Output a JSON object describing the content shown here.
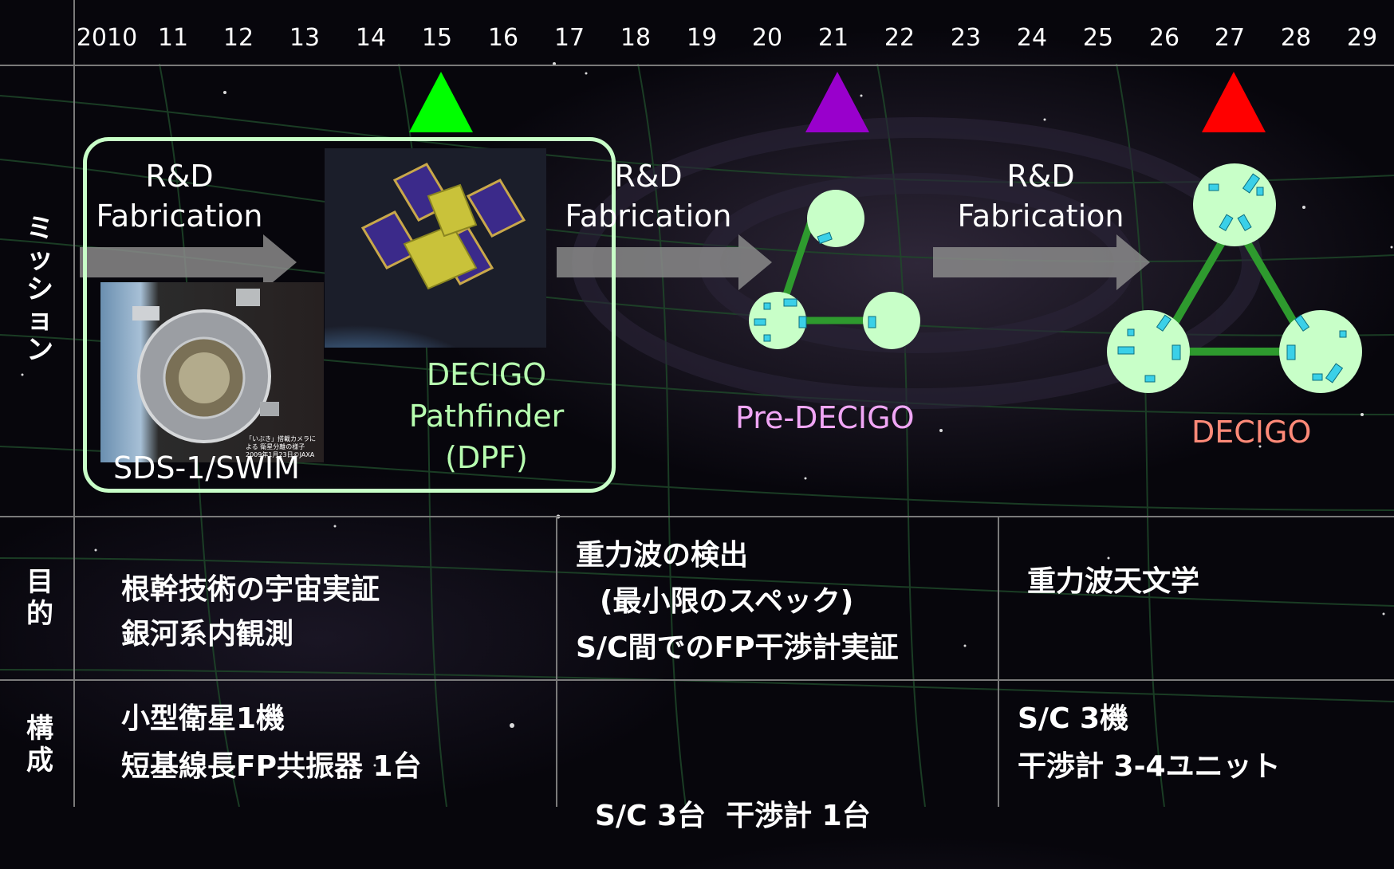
{
  "years": [
    "2010",
    "11",
    "12",
    "13",
    "14",
    "15",
    "16",
    "17",
    "18",
    "19",
    "20",
    "21",
    "22",
    "23",
    "24",
    "25",
    "26",
    "27",
    "28",
    "29"
  ],
  "row_labels": {
    "mission": "ミッション",
    "purpose": "目的",
    "composition": "構成"
  },
  "milestones": [
    {
      "name": "DECIGO Pathfinder",
      "color": "#00ff00"
    },
    {
      "name": "Pre-DECIGO",
      "color": "#9900cc"
    },
    {
      "name": "DECIGO",
      "color": "#ff0000"
    }
  ],
  "phases": [
    {
      "rd": "R&D",
      "fab": "Fabrication"
    },
    {
      "rd": "R&D",
      "fab": "Fabrication"
    },
    {
      "rd": "R&D",
      "fab": "Fabrication"
    }
  ],
  "missions": {
    "sds1": "SDS-1/SWIM",
    "sds1_caption": "「いぶき」搭載カメラによる 衛星分離の様子 2009年1月23日©JAXA",
    "dpf_line1": "DECIGO",
    "dpf_line2": "Pathfinder",
    "dpf_line3": "(DPF)",
    "pre_decigo": "Pre-DECIGO",
    "decigo": "DECIGO",
    "colors": {
      "dpf": "#b7ffb0",
      "pre_decigo": "#f0a6f5",
      "decigo": "#ff8a78",
      "frame": "#c8ffc8"
    }
  },
  "purpose": {
    "col1": [
      "根幹技術の宇宙実証",
      "銀河系内観測"
    ],
    "col2": [
      "重力波の検出",
      "(最小限のスペック)",
      "S/C間でのFP干渉計実証"
    ],
    "col3": [
      "重力波天文学"
    ]
  },
  "composition": {
    "col1": [
      "小型衛星1機",
      "短基線長FP共振器 1台"
    ],
    "col2": [
      "S/C 3台  干渉計 1台"
    ],
    "col3": [
      "S/C 3機",
      "干渉計 3-4ユニット"
    ]
  }
}
